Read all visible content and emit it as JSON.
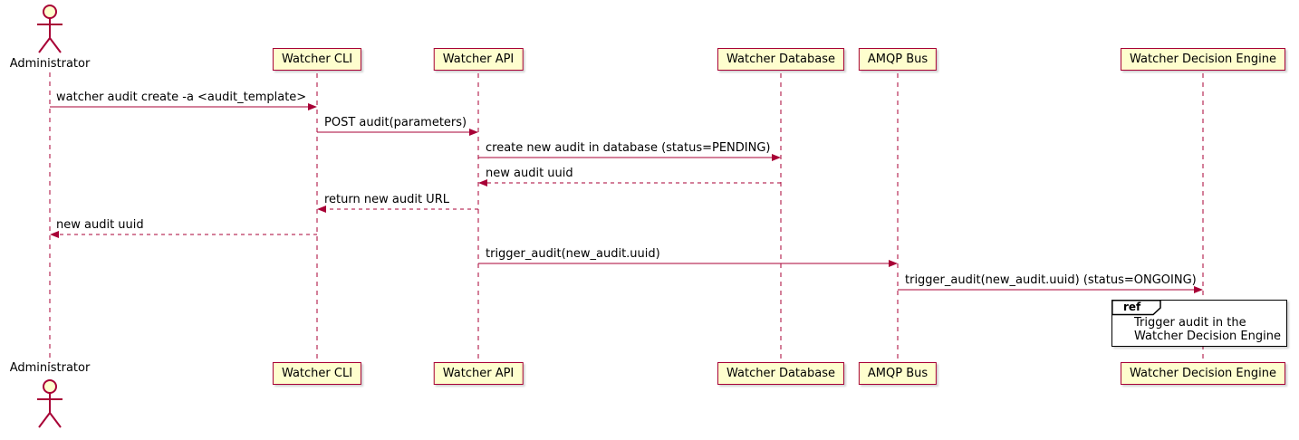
{
  "diagram": {
    "type": "sequence",
    "actor": {
      "name": "Administrator"
    },
    "participants": [
      {
        "label": "Watcher CLI"
      },
      {
        "label": "Watcher API"
      },
      {
        "label": "Watcher Database"
      },
      {
        "label": "AMQP Bus"
      },
      {
        "label": "Watcher Decision Engine"
      }
    ],
    "messages": [
      {
        "from": "Administrator",
        "to": "Watcher CLI",
        "style": "solid",
        "label": "watcher audit create -a <audit_template>"
      },
      {
        "from": "Watcher CLI",
        "to": "Watcher API",
        "style": "solid",
        "label": "POST audit(parameters)"
      },
      {
        "from": "Watcher API",
        "to": "Watcher Database",
        "style": "solid",
        "label": "create new audit in database (status=PENDING)"
      },
      {
        "from": "Watcher Database",
        "to": "Watcher API",
        "style": "dashed",
        "label": "new audit uuid"
      },
      {
        "from": "Watcher API",
        "to": "Watcher CLI",
        "style": "dashed",
        "label": "return new audit URL"
      },
      {
        "from": "Watcher CLI",
        "to": "Administrator",
        "style": "dashed",
        "label": "new audit uuid"
      },
      {
        "from": "Watcher API",
        "to": "AMQP Bus",
        "style": "solid",
        "label": "trigger_audit(new_audit.uuid)"
      },
      {
        "from": "AMQP Bus",
        "to": "Watcher Decision Engine",
        "style": "solid",
        "label": "trigger_audit(new_audit.uuid) (status=ONGOING)"
      }
    ],
    "ref": {
      "tag": "ref",
      "line1": "Trigger audit in the",
      "line2": "Watcher Decision Engine"
    },
    "colors": {
      "participant_fill": "#FEFECE",
      "line": "#A80036",
      "text": "#000000",
      "ref_border": "#000000"
    }
  }
}
